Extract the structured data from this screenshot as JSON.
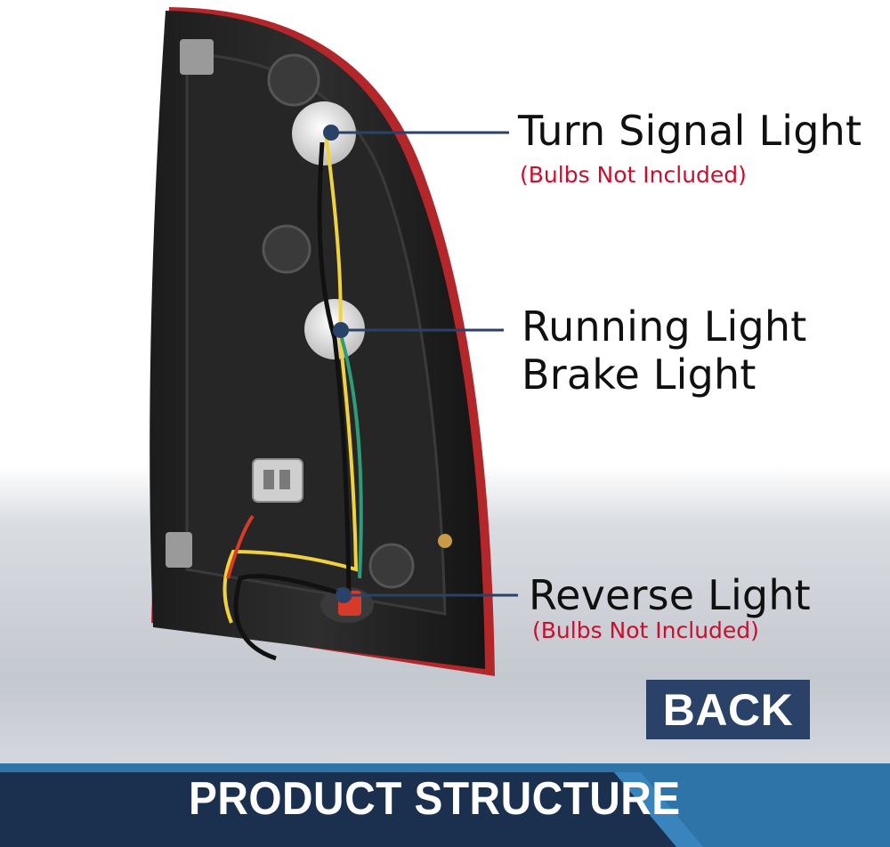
{
  "callouts": [
    {
      "title": "Turn Signal Light",
      "note": "(Bulbs Not Included)"
    },
    {
      "title_line1": "Running Light",
      "title_line2": "Brake Light"
    },
    {
      "title": "Reverse Light",
      "note": "(Bulbs Not Included)"
    }
  ],
  "badge": {
    "label": "BACK"
  },
  "banner": {
    "label": "PRODUCT STRUCTURE"
  },
  "colors": {
    "badge_bg": "#2b4268",
    "banner_dark": "#1b2f4f",
    "banner_light": "#2f74a8",
    "note_red": "#c8102e",
    "leader_line": "#2b4268",
    "wire_yellow": "#f0d23c",
    "wire_green": "#2e9c7a",
    "wire_red": "#d83a2a"
  }
}
